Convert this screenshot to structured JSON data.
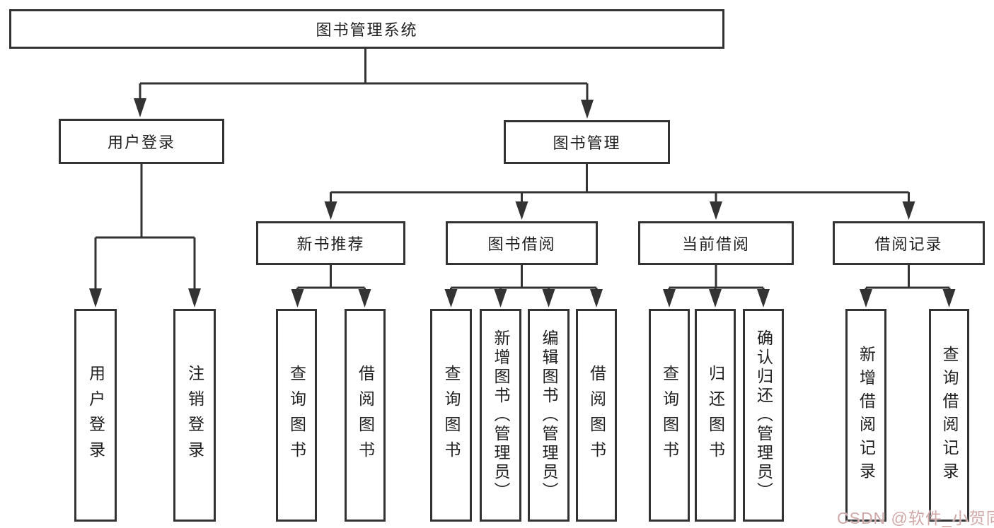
{
  "diagram": {
    "title": "图书管理系统",
    "level2": [
      {
        "label": "用户登录",
        "children": [
          {
            "label": "用户登录"
          },
          {
            "label": "注销登录"
          }
        ]
      },
      {
        "label": "图书管理",
        "children": [
          {
            "label": "新书推荐",
            "children": [
              {
                "label": "查询图书"
              },
              {
                "label": "借阅图书"
              }
            ]
          },
          {
            "label": "图书借阅",
            "children": [
              {
                "label": "查询图书"
              },
              {
                "label": "新增图书（管理员）"
              },
              {
                "label": "编辑图书（管理员）"
              },
              {
                "label": "借阅图书"
              }
            ]
          },
          {
            "label": "当前借阅",
            "children": [
              {
                "label": "查询图书"
              },
              {
                "label": "归还图书"
              },
              {
                "label": "确认归还（管理员）"
              }
            ]
          },
          {
            "label": "借阅记录",
            "children": [
              {
                "label": "新增借阅记录"
              },
              {
                "label": "查询借阅记录"
              }
            ]
          }
        ]
      }
    ]
  },
  "watermark": {
    "text": "CSDN @软件_小贺同学"
  },
  "colors": {
    "background": "#ffffff",
    "line": "#333333",
    "box_border": "#333333",
    "text": "#1f1f1f",
    "watermark": "#d2a9a9"
  }
}
